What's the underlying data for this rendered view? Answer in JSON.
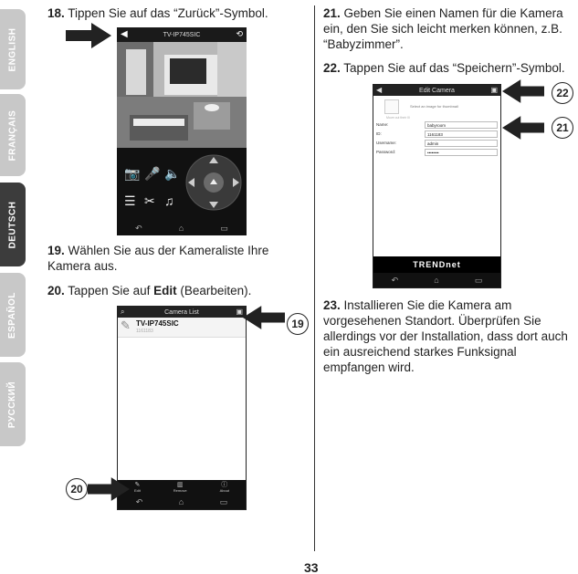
{
  "lang_tabs": [
    "ENGLISH",
    "FRANÇAIS",
    "DEUTSCH",
    "ESPAÑOL",
    "РУССКИЙ"
  ],
  "active_tab": "DEUTSCH",
  "steps": {
    "s18": {
      "num": "18.",
      "text": "Tippen Sie auf das “Zurück”-Symbol."
    },
    "s19": {
      "num": "19.",
      "text": "Wählen Sie aus der Kameraliste Ihre Kamera aus."
    },
    "s20": {
      "num": "20.",
      "pre": "Tappen Sie auf ",
      "bold": "Edit",
      "post": " (Bearbeiten)."
    },
    "s21": {
      "num": "21.",
      "text": "Geben Sie einen Namen für die Kamera ein, den Sie sich leicht merken können, z.B. “Babyzimmer”."
    },
    "s22": {
      "num": "22.",
      "text": "Tappen Sie auf das “Speichern”-Symbol."
    },
    "s23": {
      "num": "23.",
      "text": "Installieren Sie die Kamera am vorgesehenen Standort. Überprüfen Sie allerdings vor der Installation, dass dort auch ein ausreichend starkes Funksignal empfangen wird."
    }
  },
  "callouts": {
    "c19": "19",
    "c20": "20",
    "c21": "21",
    "c22": "22"
  },
  "phone1": {
    "title": "TV-IP745SIC"
  },
  "phone2": {
    "title": "Camera List",
    "camera_name": "TV-IP745SIC",
    "camera_sub": "1161183",
    "bottom": [
      "Edit",
      "Remove",
      "About"
    ]
  },
  "phone3": {
    "title": "Edit Camera",
    "thumb_hint": "Select an image for thumbnail",
    "thumb_sub": "Move out their lll",
    "fields": [
      {
        "label": "Name:",
        "value": "babyroom"
      },
      {
        "label": "ID:",
        "value": "1161183"
      },
      {
        "label": "Username:",
        "value": "admin"
      },
      {
        "label": "Password:",
        "value": "••••••••"
      }
    ],
    "brand": "TRENDnet"
  },
  "page_number": "33"
}
